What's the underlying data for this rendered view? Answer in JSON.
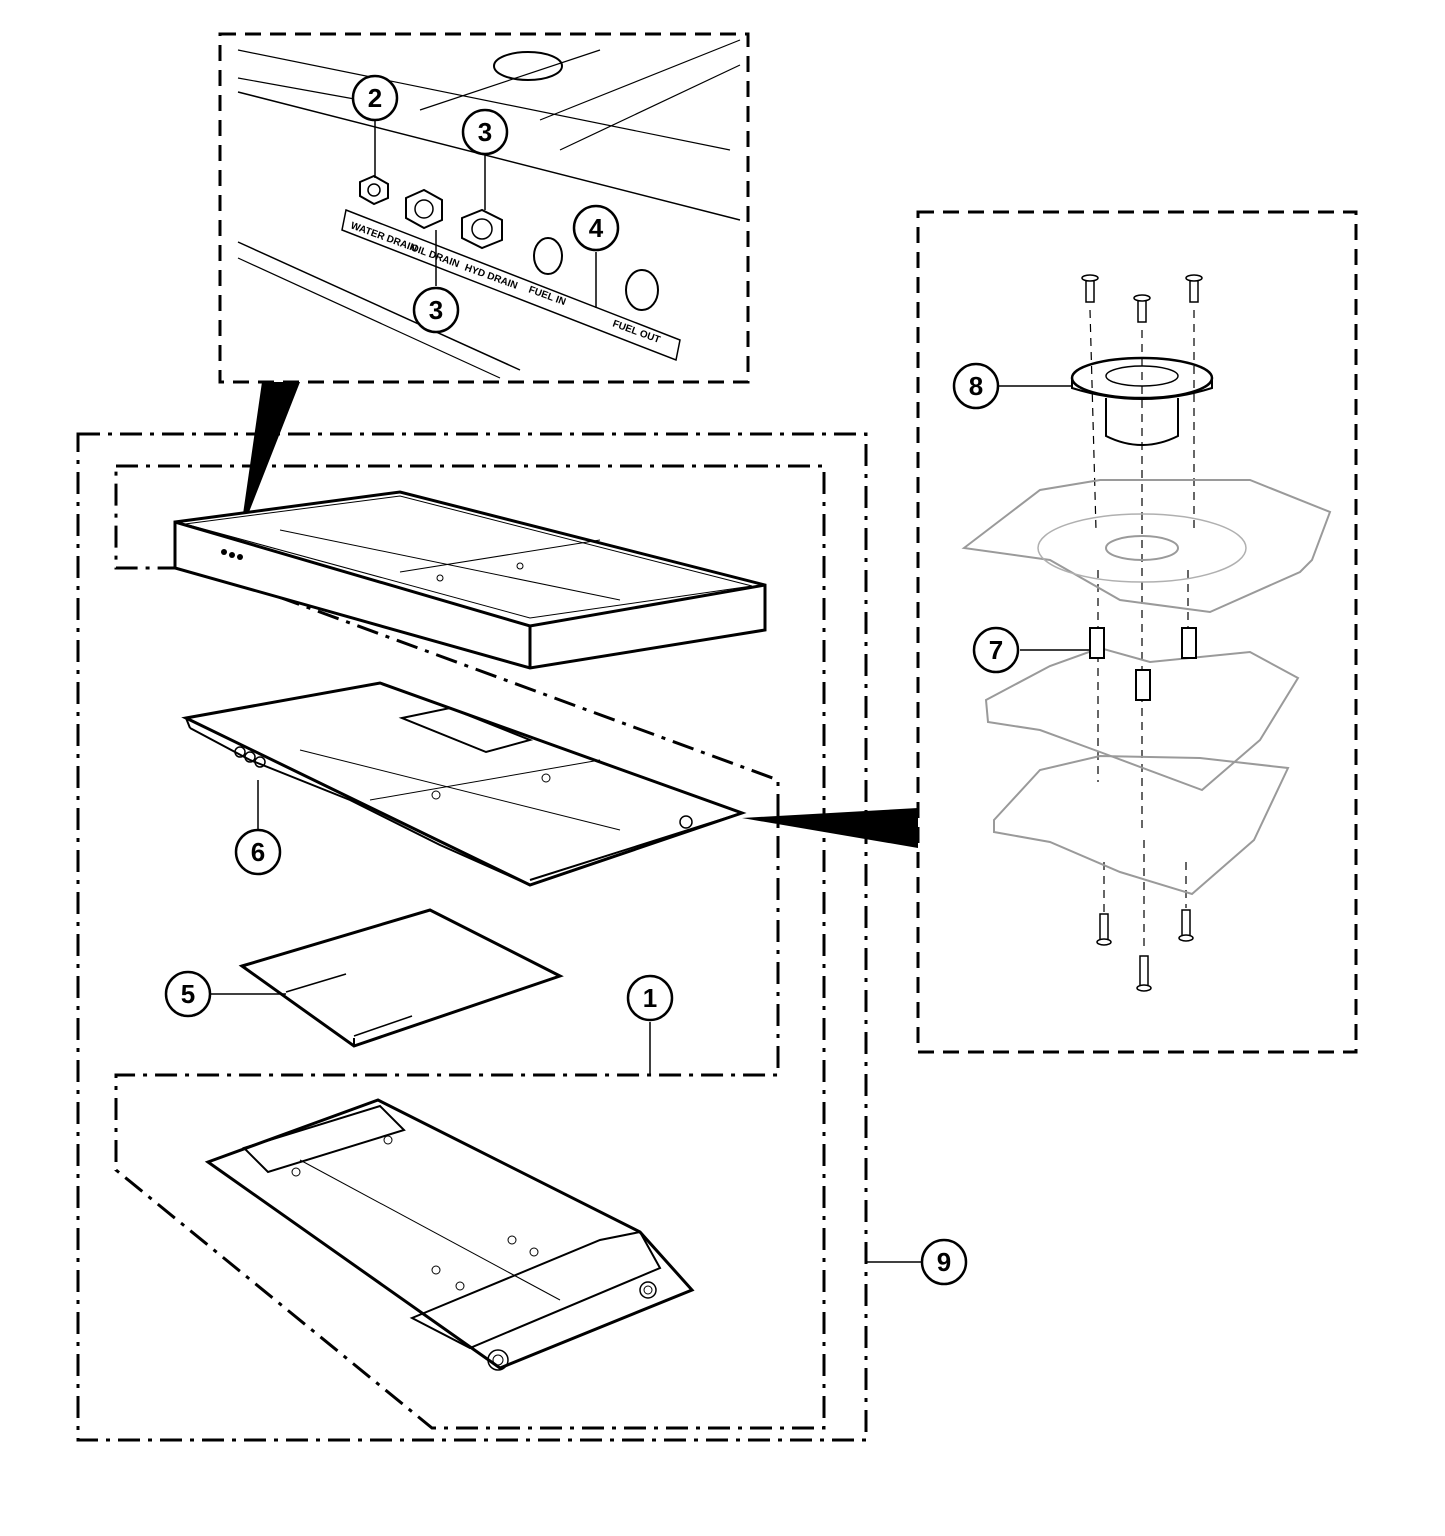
{
  "callouts": {
    "c1": "1",
    "c2": "2",
    "c3a": "3",
    "c3b": "3",
    "c4": "4",
    "c5": "5",
    "c6": "6",
    "c7": "7",
    "c8": "8",
    "c9": "9"
  },
  "drain_plate": {
    "water_drain": "WATER DRAIN",
    "oil_drain": "OIL DRAIN",
    "hyd_drain": "HYD DRAIN",
    "fuel_in": "FUEL IN",
    "fuel_out": "FUEL OUT"
  },
  "colors": {
    "line": "#000000",
    "ghost": "#9a9a9a",
    "fill": "#ffffff"
  }
}
